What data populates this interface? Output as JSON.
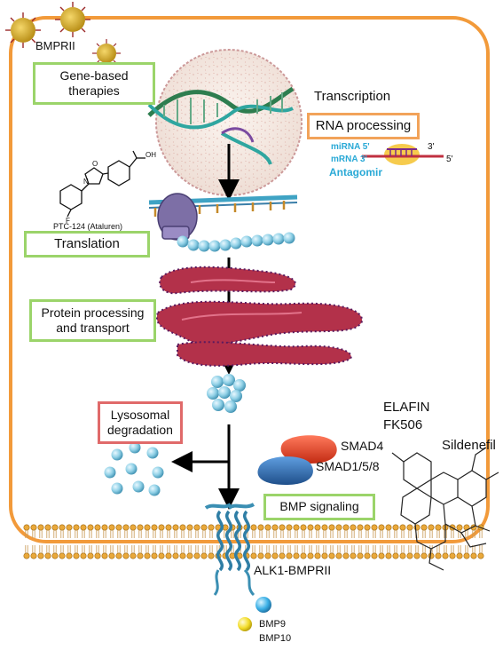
{
  "labels": {
    "bmprii_top": "BMPRII",
    "transcription": "Transcription",
    "gene_based_therapies": "Gene-based therapies",
    "rna_processing": "RNA processing",
    "mirna_label": "miRNA 5'",
    "mirna_3": "3'",
    "mrna_label": "mRNA 3'",
    "mrna_5": "5'",
    "antagomir": "Antagomir",
    "ptc_drug": "PTC-124 (Ataluren)",
    "translation": "Translation",
    "protein_processing": "Protein processing and transport",
    "lysosomal_degradation": "Lysosomal degradation",
    "elafin": "ELAFIN",
    "fk506": "FK506",
    "sildenefil": "Sildenefil",
    "smad4": "SMAD4",
    "smad158": "SMAD1/5/8",
    "bmp_signaling": "BMP signaling",
    "receptor": "ALK1-BMPRII",
    "bmp9": "BMP9",
    "bmp10": "BMP10",
    "chem_oh": "OH",
    "chem_o": "O",
    "chem_n": "N",
    "chem_f": "F"
  },
  "colors": {
    "cell_border": "#f29a3a",
    "box_green": "#9bd46a",
    "box_orange": "#f2a35a",
    "box_red": "#e06a6a",
    "bead": "#8fd0e6",
    "er": "#b3314a",
    "antagomir_text": "#29a9d6",
    "smad4": "#e8452c",
    "smad158": "#2f6fb5",
    "bmp9": "#f3dd2a",
    "membrane": "#e9a83a"
  }
}
